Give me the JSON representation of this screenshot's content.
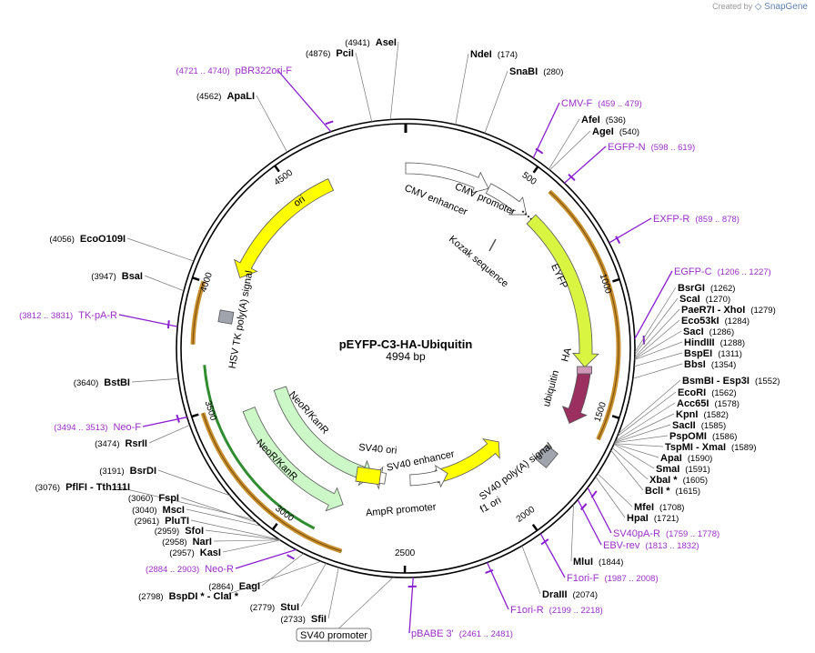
{
  "credit": {
    "prefix": "Created by",
    "brand": "SnapGene"
  },
  "plasmid": {
    "name": "pEYFP-C3-HA-Ubiquitin",
    "size": "4994 bp",
    "length": 4994
  },
  "ticks": [
    "500",
    "1000",
    "1500",
    "2000",
    "2500",
    "3000",
    "3500",
    "4000",
    "4500"
  ],
  "features": [
    {
      "name": "CMV enhancer",
      "start": 1,
      "end": 380,
      "style": "white"
    },
    {
      "name": "CMV promoter",
      "start": 381,
      "end": 584,
      "style": "white"
    },
    {
      "name": "Kozak sequence",
      "start": 605,
      "end": 615,
      "style": "line"
    },
    {
      "name": "EYFP",
      "start": 613,
      "end": 1332,
      "style": "lime"
    },
    {
      "name": "HA",
      "start": 1333,
      "end": 1359,
      "style": "pink"
    },
    {
      "name": "ubiquitin",
      "start": 1360,
      "end": 1590,
      "style": "purple"
    },
    {
      "name": "SV40 poly(A) signal",
      "start": 1707,
      "end": 1828,
      "style": "grey"
    },
    {
      "name": "f1 ori",
      "start": 1875,
      "end": 2330,
      "style": "yellow"
    },
    {
      "name": "AmpR promoter",
      "start": 2357,
      "end": 2461,
      "style": "white"
    },
    {
      "name": "SV40 ori",
      "start": 2483,
      "end": 2619,
      "style": "yellow"
    },
    {
      "name": "SV40 enhancer",
      "start": 2620,
      "end": 2690,
      "style": "white"
    },
    {
      "name": "NeoR/KanR",
      "start": 2690,
      "end": 3484,
      "style": "green"
    },
    {
      "name": "HSV TK poly(A) signal",
      "start": 3720,
      "end": 3738,
      "style": "grey"
    },
    {
      "name": "ori",
      "start": 4065,
      "end": 4653,
      "style": "yellow"
    }
  ],
  "primers_ring": [
    {
      "start": 459,
      "end": 479
    },
    {
      "start": 598,
      "end": 619
    },
    {
      "start": 859,
      "end": 878
    },
    {
      "start": 1206,
      "end": 1227
    },
    {
      "start": 1759,
      "end": 1778
    },
    {
      "start": 1813,
      "end": 1832
    },
    {
      "start": 1987,
      "end": 2008
    },
    {
      "start": 2199,
      "end": 2218
    },
    {
      "start": 2461,
      "end": 2481
    },
    {
      "start": 2884,
      "end": 2903
    },
    {
      "start": 3494,
      "end": 3513
    },
    {
      "start": 3812,
      "end": 3831
    },
    {
      "start": 4721,
      "end": 4740
    }
  ],
  "labels": [
    {
      "kind": "enzyme",
      "pos": "(4941)",
      "name": "AseI",
      "bp": 4941
    },
    {
      "kind": "enzyme",
      "pos": "(4876)",
      "name": "PciI",
      "bp": 4876
    },
    {
      "kind": "primer",
      "pos": "(4721 .. 4740)",
      "name": "pBR322ori-F",
      "bp": 4730
    },
    {
      "kind": "enzyme",
      "pos": "(4562)",
      "name": "ApaLI",
      "bp": 4562
    },
    {
      "kind": "enzyme",
      "name": "NdeI",
      "pos": "(174)",
      "bp": 174
    },
    {
      "kind": "enzyme",
      "name": "SnaBI",
      "pos": "(280)",
      "bp": 280
    },
    {
      "kind": "primer",
      "name": "CMV-F",
      "pos": "(459 .. 479)",
      "bp": 469
    },
    {
      "kind": "enzyme",
      "name": "AfeI",
      "pos": "(536)",
      "bp": 536
    },
    {
      "kind": "enzyme",
      "name": "AgeI",
      "pos": "(540)",
      "bp": 540
    },
    {
      "kind": "primer",
      "name": "EGFP-N",
      "pos": "(598 .. 619)",
      "bp": 608
    },
    {
      "kind": "primer",
      "name": "EXFP-R",
      "pos": "(859 .. 878)",
      "bp": 868
    },
    {
      "kind": "primer",
      "name": "EGFP-C",
      "pos": "(1206 .. 1227)",
      "bp": 1216
    },
    {
      "kind": "enzyme",
      "name": "BsrGI",
      "pos": "(1262)",
      "bp": 1262
    },
    {
      "kind": "enzyme",
      "name": "ScaI",
      "pos": "(1270)",
      "bp": 1270
    },
    {
      "kind": "enzyme",
      "name": "PaeR7I - XhoI",
      "pos": "(1279)",
      "bp": 1279
    },
    {
      "kind": "enzyme",
      "name": "Eco53kI",
      "pos": "(1284)",
      "bp": 1284
    },
    {
      "kind": "enzyme",
      "name": "SacI",
      "pos": "(1286)",
      "bp": 1286
    },
    {
      "kind": "enzyme",
      "name": "HindIII",
      "pos": "(1288)",
      "bp": 1288
    },
    {
      "kind": "enzyme",
      "name": "BspEI",
      "pos": "(1311)",
      "bp": 1311
    },
    {
      "kind": "enzyme",
      "name": "BbsI",
      "pos": "(1354)",
      "bp": 1354
    },
    {
      "kind": "enzyme",
      "name": "BsmBI - Esp3I",
      "pos": "(1552)",
      "bp": 1552
    },
    {
      "kind": "enzyme",
      "name": "EcoRI",
      "pos": "(1562)",
      "bp": 1562
    },
    {
      "kind": "enzyme",
      "name": "Acc65I",
      "pos": "(1578)",
      "bp": 1578
    },
    {
      "kind": "enzyme",
      "name": "KpnI",
      "pos": "(1582)",
      "bp": 1582
    },
    {
      "kind": "enzyme",
      "name": "SacII",
      "pos": "(1585)",
      "bp": 1585
    },
    {
      "kind": "enzyme",
      "name": "PspOMI",
      "pos": "(1586)",
      "bp": 1586
    },
    {
      "kind": "enzyme",
      "name": "TspMI - XmaI",
      "pos": "(1589)",
      "bp": 1589
    },
    {
      "kind": "enzyme",
      "name": "ApaI",
      "pos": "(1590)",
      "bp": 1590
    },
    {
      "kind": "enzyme",
      "name": "SmaI",
      "pos": "(1591)",
      "bp": 1591
    },
    {
      "kind": "enzyme",
      "name": "XbaI *",
      "pos": "(1605)",
      "bp": 1605
    },
    {
      "kind": "enzyme",
      "name": "BclI *",
      "pos": "(1615)",
      "bp": 1615
    },
    {
      "kind": "enzyme",
      "name": "MfeI",
      "pos": "(1708)",
      "bp": 1708
    },
    {
      "kind": "enzyme",
      "name": "HpaI",
      "pos": "(1721)",
      "bp": 1721
    },
    {
      "kind": "primer",
      "name": "SV40pA-R",
      "pos": "(1759 .. 1778)",
      "bp": 1768
    },
    {
      "kind": "primer",
      "name": "EBV-rev",
      "pos": "(1813 .. 1832)",
      "bp": 1822
    },
    {
      "kind": "enzyme",
      "name": "MluI",
      "pos": "(1844)",
      "bp": 1844
    },
    {
      "kind": "primer",
      "name": "F1ori-F",
      "pos": "(1987 .. 2008)",
      "bp": 1997
    },
    {
      "kind": "enzyme",
      "name": "DraIII",
      "pos": "(2074)",
      "bp": 2074
    },
    {
      "kind": "primer",
      "name": "F1ori-R",
      "pos": "(2199 .. 2218)",
      "bp": 2208
    },
    {
      "kind": "primer",
      "name": "pBABE 3'",
      "pos": "(2461 .. 2481)",
      "bp": 2471
    },
    {
      "kind": "enzyme",
      "pos": "(2733)",
      "name": "SfiI",
      "bp": 2733
    },
    {
      "kind": "enzyme",
      "pos": "(2779)",
      "name": "StuI",
      "bp": 2779
    },
    {
      "kind": "enzyme",
      "pos": "(2798)",
      "name": "BspDI * - ClaI *",
      "bp": 2798
    },
    {
      "kind": "enzyme",
      "pos": "(2864)",
      "name": "EagI",
      "bp": 2864
    },
    {
      "kind": "primer",
      "pos": "(2884 .. 2903)",
      "name": "Neo-R",
      "bp": 2893
    },
    {
      "kind": "enzyme",
      "pos": "(2957)",
      "name": "KasI",
      "bp": 2957
    },
    {
      "kind": "enzyme",
      "pos": "(2958)",
      "name": "NarI",
      "bp": 2958
    },
    {
      "kind": "enzyme",
      "pos": "(2959)",
      "name": "SfoI",
      "bp": 2959
    },
    {
      "kind": "enzyme",
      "pos": "(2961)",
      "name": "PluTI",
      "bp": 2961
    },
    {
      "kind": "enzyme",
      "pos": "(3040)",
      "name": "MscI",
      "bp": 3040
    },
    {
      "kind": "enzyme",
      "pos": "(3060)",
      "name": "FspI",
      "bp": 3060
    },
    {
      "kind": "enzyme",
      "pos": "(3076)",
      "name": "PflFI - Tth111I",
      "bp": 3076
    },
    {
      "kind": "enzyme",
      "pos": "(3191)",
      "name": "BsrDI",
      "bp": 3191
    },
    {
      "kind": "enzyme",
      "pos": "(3474)",
      "name": "RsrII",
      "bp": 3474
    },
    {
      "kind": "primer",
      "pos": "(3494 .. 3513)",
      "name": "Neo-F",
      "bp": 3503
    },
    {
      "kind": "enzyme",
      "pos": "(3640)",
      "name": "BstBI",
      "bp": 3640
    },
    {
      "kind": "primer",
      "pos": "(3812 .. 3831)",
      "name": "TK-pA-R",
      "bp": 3821
    },
    {
      "kind": "enzyme",
      "pos": "(3947)",
      "name": "BsaI",
      "bp": 3947
    },
    {
      "kind": "enzyme",
      "pos": "(4056)",
      "name": "EcoO109I",
      "bp": 4056
    },
    {
      "kind": "feature",
      "name": "SV40 promoter",
      "bp": 2540
    }
  ],
  "colors": {
    "enzyme_text": "#000000",
    "primer_text": "#9a2fc9",
    "primer_mark": "#8a1fd0",
    "ring": "#000000",
    "orf_ring": "#c8902c",
    "lime": "#d9f542",
    "yellow": "#ffff00",
    "green": "#ccf8c8",
    "purple": "#9b3060",
    "pink": "#cf97b8",
    "grey": "#a0a4ac",
    "white": "#ffffff"
  }
}
